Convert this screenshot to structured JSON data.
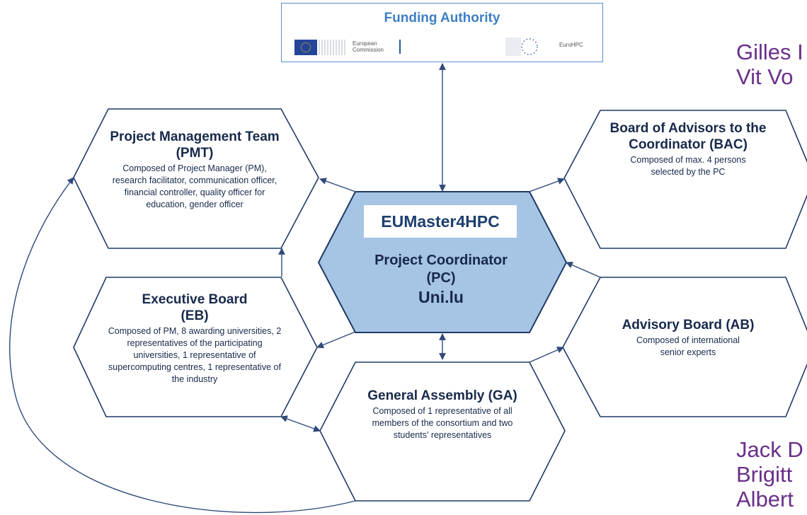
{
  "funding": {
    "title": "Funding Authority",
    "ec_logo_text": "European\nCommission",
    "hpc_logo_text": "EuroHPC"
  },
  "center": {
    "badge": "EUMaster4HPC",
    "line1": "Project Coordinator",
    "line2": "(PC)",
    "line3": "Uni.lu",
    "fill_color": "#a6c4e3"
  },
  "hexagons": {
    "pmt": {
      "title": "Project Management Team (PMT)",
      "desc": "Composed of Project Manager (PM), research facilitator, communication officer, financial controller, quality officer for education, gender officer"
    },
    "eb": {
      "title": "Executive Board (EB)",
      "desc": "Composed of PM, 8 awarding universities, 2 representatives of the participating universities, 1 representative of supercomputing centres, 1 representative of the industry"
    },
    "ga": {
      "title": "General Assembly (GA)",
      "desc": "Composed of 1 representative of all members of the consortium and two students' representatives"
    },
    "bac": {
      "title": "Board of Advisors to the Coordinator (BAC)",
      "desc": "Composed of max. 4 persons selected by the PC"
    },
    "ab": {
      "title": "Advisory Board (AB)",
      "desc": "Composed of international senior experts"
    }
  },
  "names_top": [
    "Gilles I",
    "Vit Vo"
  ],
  "names_bottom": [
    "Jack D",
    "Brigitt",
    "Albert"
  ]
}
